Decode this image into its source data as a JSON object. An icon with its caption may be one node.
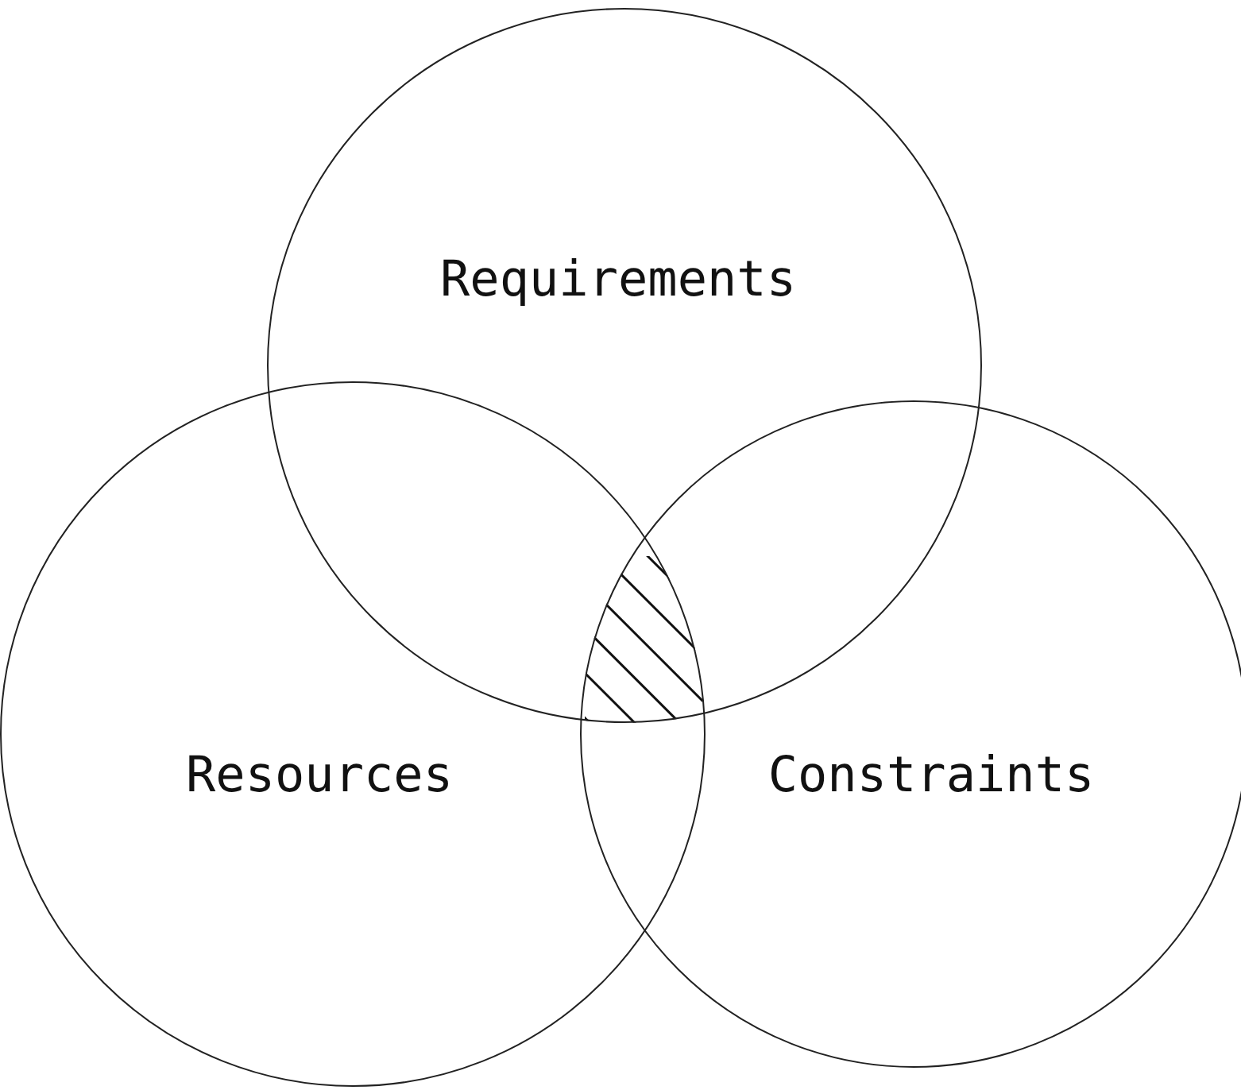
{
  "diagram": {
    "nodes": [
      {
        "text": [
          "Requirements"
        ]
      },
      {
        "text": [
          "Resources"
        ]
      },
      {
        "text": [
          "Constraints"
        ]
      },
      {
        "text": [],
        "shape": "region"
      }
    ],
    "edges": []
  }
}
